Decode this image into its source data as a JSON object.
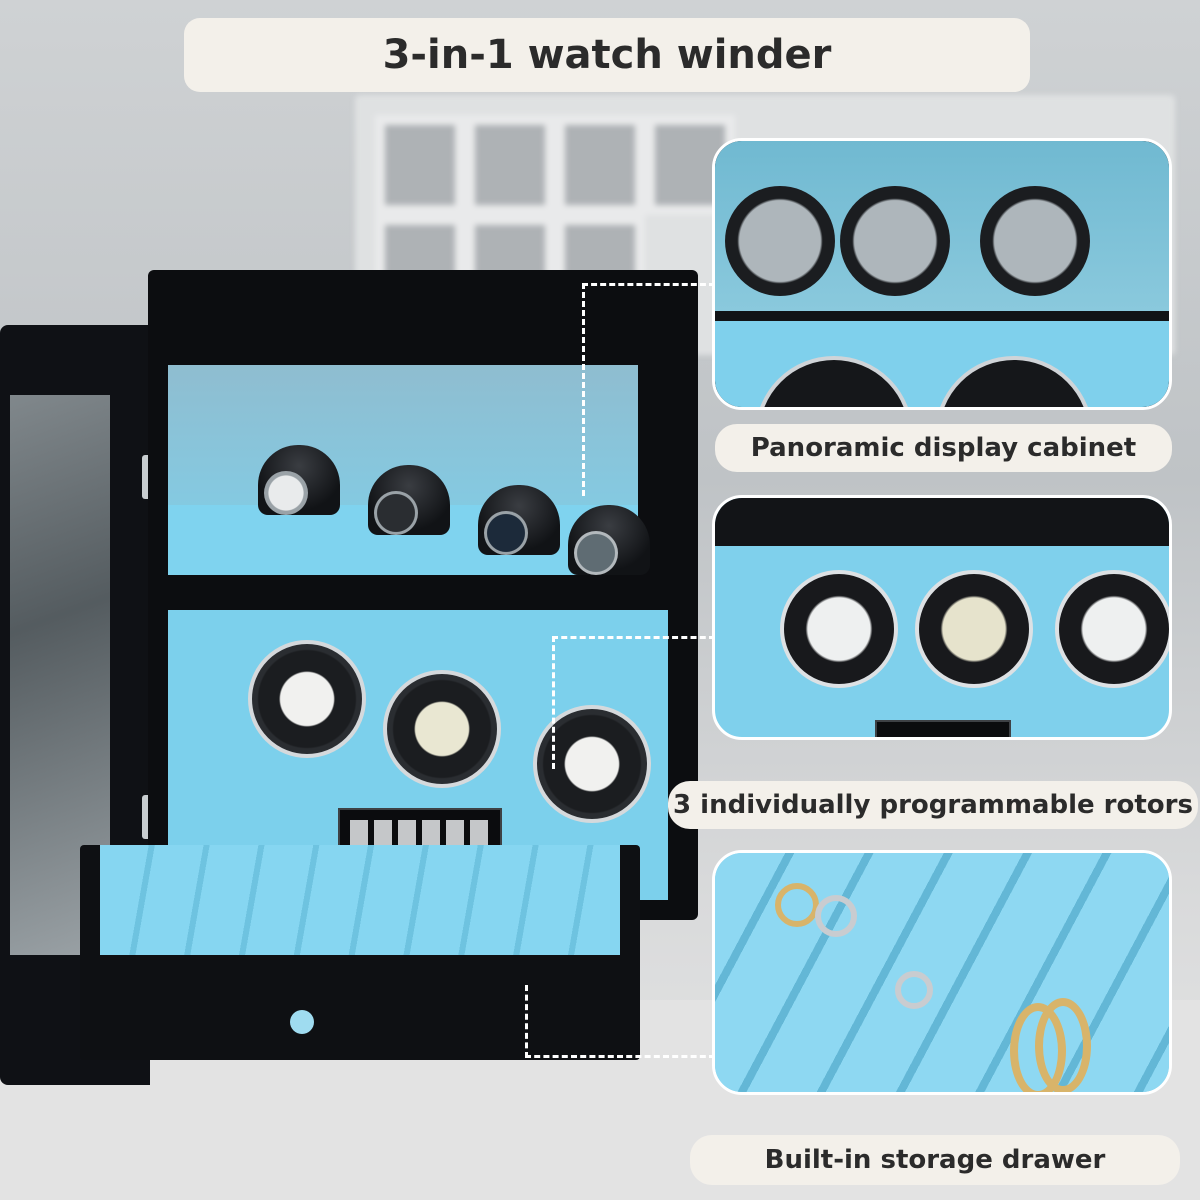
{
  "title": "3-in-1 watch winder",
  "features": [
    {
      "label": "Panoramic display cabinet"
    },
    {
      "label": "3 individually programmable rotors"
    },
    {
      "label": "Built-in storage drawer"
    }
  ],
  "colors": {
    "label_background": "#f3f0ea",
    "label_text": "#2b2b2b",
    "interior_blue": "#7fd0ec",
    "lacquer_black": "#0c0d10"
  }
}
